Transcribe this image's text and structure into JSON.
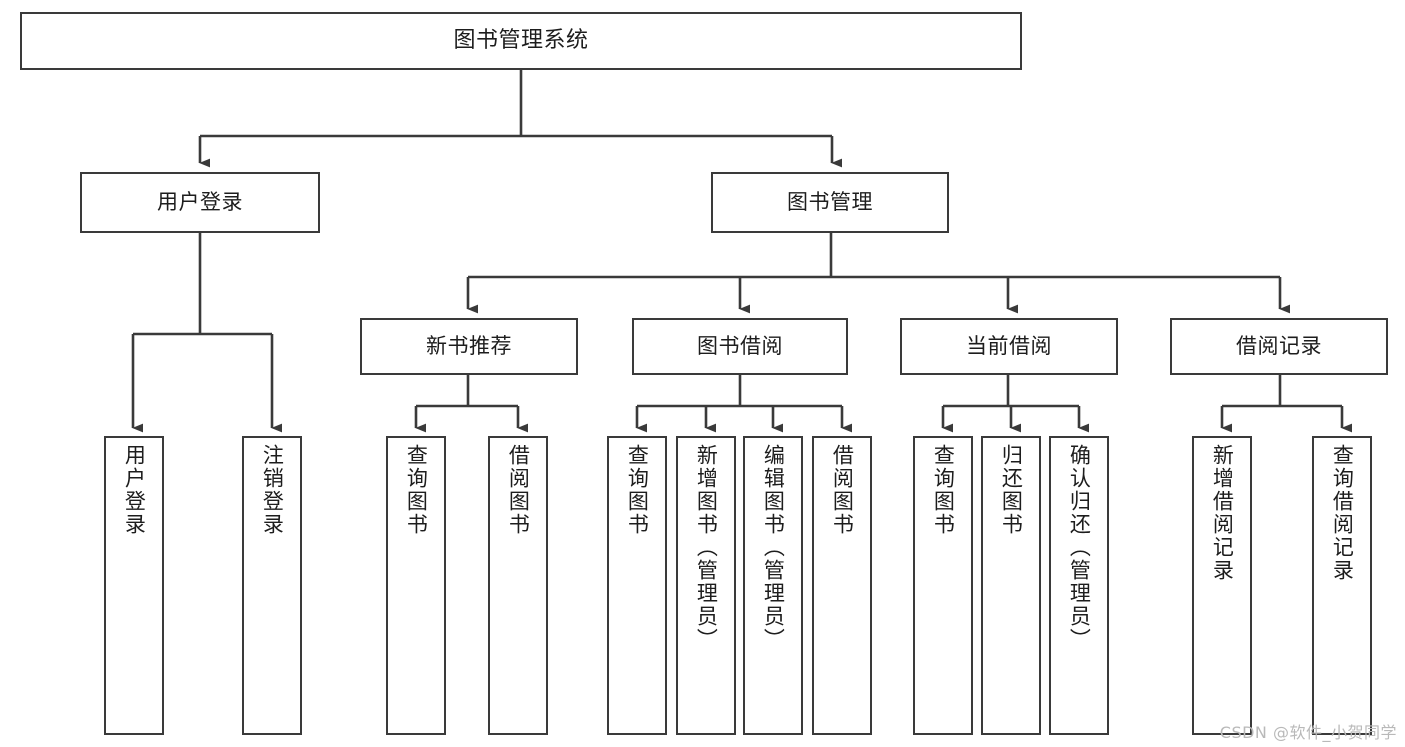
{
  "diagram": {
    "title": "图书管理系统",
    "type": "tree-hierarchy-chart",
    "orientation": "top-down",
    "colors": {
      "box_border": "#3a3a3a",
      "box_fill": "#ffffff",
      "connector": "#3a3a3a",
      "text": "#1d1d1d",
      "watermark": "#b9b9b9",
      "background": "#ffffff"
    }
  },
  "watermark": {
    "text": "CSDN @软件_小贺同学"
  },
  "nodes": {
    "root": {
      "label": "图书管理系统"
    },
    "level2": [
      {
        "id": "user-login",
        "label": "用户登录"
      },
      {
        "id": "book-management",
        "label": "图书管理"
      }
    ],
    "level3": [
      {
        "id": "new-book-recommend",
        "label": "新书推荐"
      },
      {
        "id": "book-borrow",
        "label": "图书借阅"
      },
      {
        "id": "current-borrow",
        "label": "当前借阅"
      },
      {
        "id": "borrow-record",
        "label": "借阅记录"
      }
    ],
    "leaves": {
      "user_login": [
        {
          "id": "leaf-user-login",
          "label": "用户登录"
        },
        {
          "id": "leaf-logout-login",
          "label": "注销登录"
        }
      ],
      "new_book_recommend": [
        {
          "id": "leaf-query-book-1",
          "label": "查询图书"
        },
        {
          "id": "leaf-borrow-book-1",
          "label": "借阅图书"
        }
      ],
      "book_borrow": [
        {
          "id": "leaf-query-book-2",
          "label": "查询图书"
        },
        {
          "id": "leaf-add-book",
          "label": "新增图书（管理员）"
        },
        {
          "id": "leaf-edit-book",
          "label": "编辑图书（管理员）"
        },
        {
          "id": "leaf-borrow-book-2",
          "label": "借阅图书"
        }
      ],
      "current_borrow": [
        {
          "id": "leaf-query-book-3",
          "label": "查询图书"
        },
        {
          "id": "leaf-return-book",
          "label": "归还图书"
        },
        {
          "id": "leaf-confirm-return",
          "label": "确认归还（管理员）"
        }
      ],
      "borrow_record": [
        {
          "id": "leaf-add-record",
          "label": "新增借阅记录"
        },
        {
          "id": "leaf-query-record",
          "label": "查询借阅记录"
        }
      ]
    }
  }
}
